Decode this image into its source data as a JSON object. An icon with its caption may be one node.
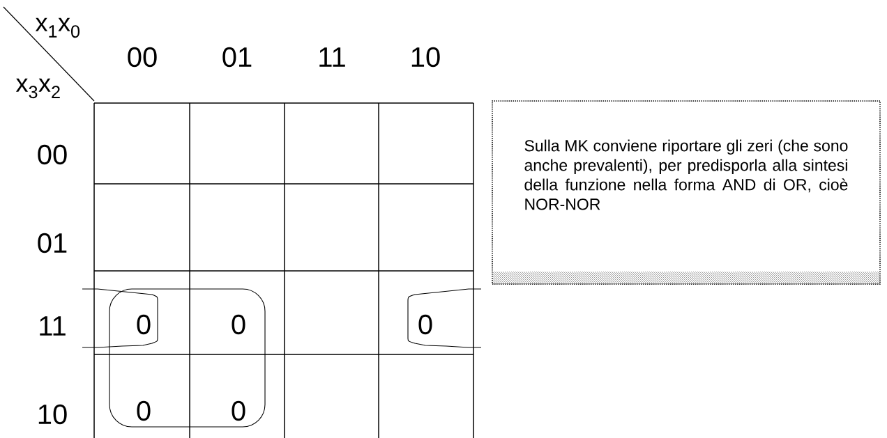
{
  "diagram": {
    "nodes": [
      {
        "text": [
          "Sulla MK conviene riportare gli zeri (che sono anche prevalenti), per predisporla alla sintesi della funzione nella forma AND di OR, cioè NOR-NOR"
        ]
      }
    ],
    "labels": [
      "x$_{1}$x$_{0}$",
      "x$_{3}$x$_{2}$",
      "00",
      "01",
      "11",
      "10",
      "00",
      "01",
      "11",
      "0",
      "0",
      "0",
      "10",
      "0",
      "0"
    ]
  }
}
